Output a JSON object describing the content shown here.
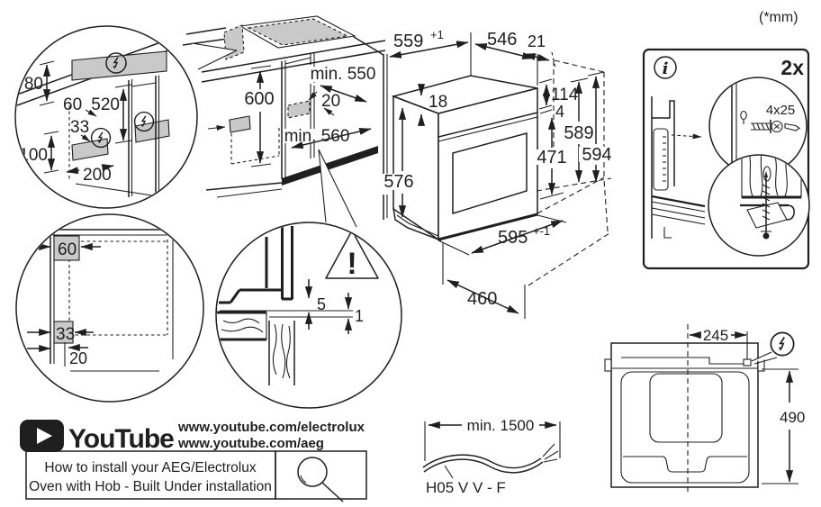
{
  "units_note": "(*mm)",
  "colors": {
    "line": "#1f1f1f",
    "shade": "#c9c9c9"
  },
  "left_detail": {
    "dim_80": "80",
    "dim_60": "60",
    "dim_520": "520",
    "dim_33": "33",
    "dim_100": "100",
    "dim_200": "200"
  },
  "cabinet": {
    "dim_600": "600",
    "dim_min_550": "min. 550",
    "dim_20": "20",
    "dim_min_560": "min. 560"
  },
  "oven": {
    "dim_559": "559",
    "dim_559_tol": "+1",
    "dim_546": "546",
    "dim_21": "21",
    "dim_18": "18",
    "dim_114": "114",
    "dim_4": "4",
    "dim_471": "471",
    "dim_589": "589",
    "dim_594": "594",
    "dim_576": "576",
    "dim_595": "595",
    "dim_595_tol": "+-1",
    "dim_460": "460"
  },
  "info_box": {
    "info_symbol": "i",
    "quantity": "2x",
    "screw_size": "4x25"
  },
  "corner_detail": {
    "dim_60": "60",
    "dim_33": "33",
    "dim_20": "20"
  },
  "gap_detail": {
    "dim_5": "5",
    "dim_1": "1",
    "warning_mark": "!"
  },
  "top_view": {
    "dim_245": "245",
    "dim_490": "490"
  },
  "cable": {
    "length": "min. 1500",
    "type_label": "H05 V V - F"
  },
  "youtube": {
    "wordmark": "YouTube",
    "url_electrolux": "www.youtube.com/electrolux",
    "url_aeg": "www.youtube.com/aeg",
    "caption_line1": "How to install your AEG/Electrolux",
    "caption_line2": "Oven with Hob - Built Under installation"
  }
}
